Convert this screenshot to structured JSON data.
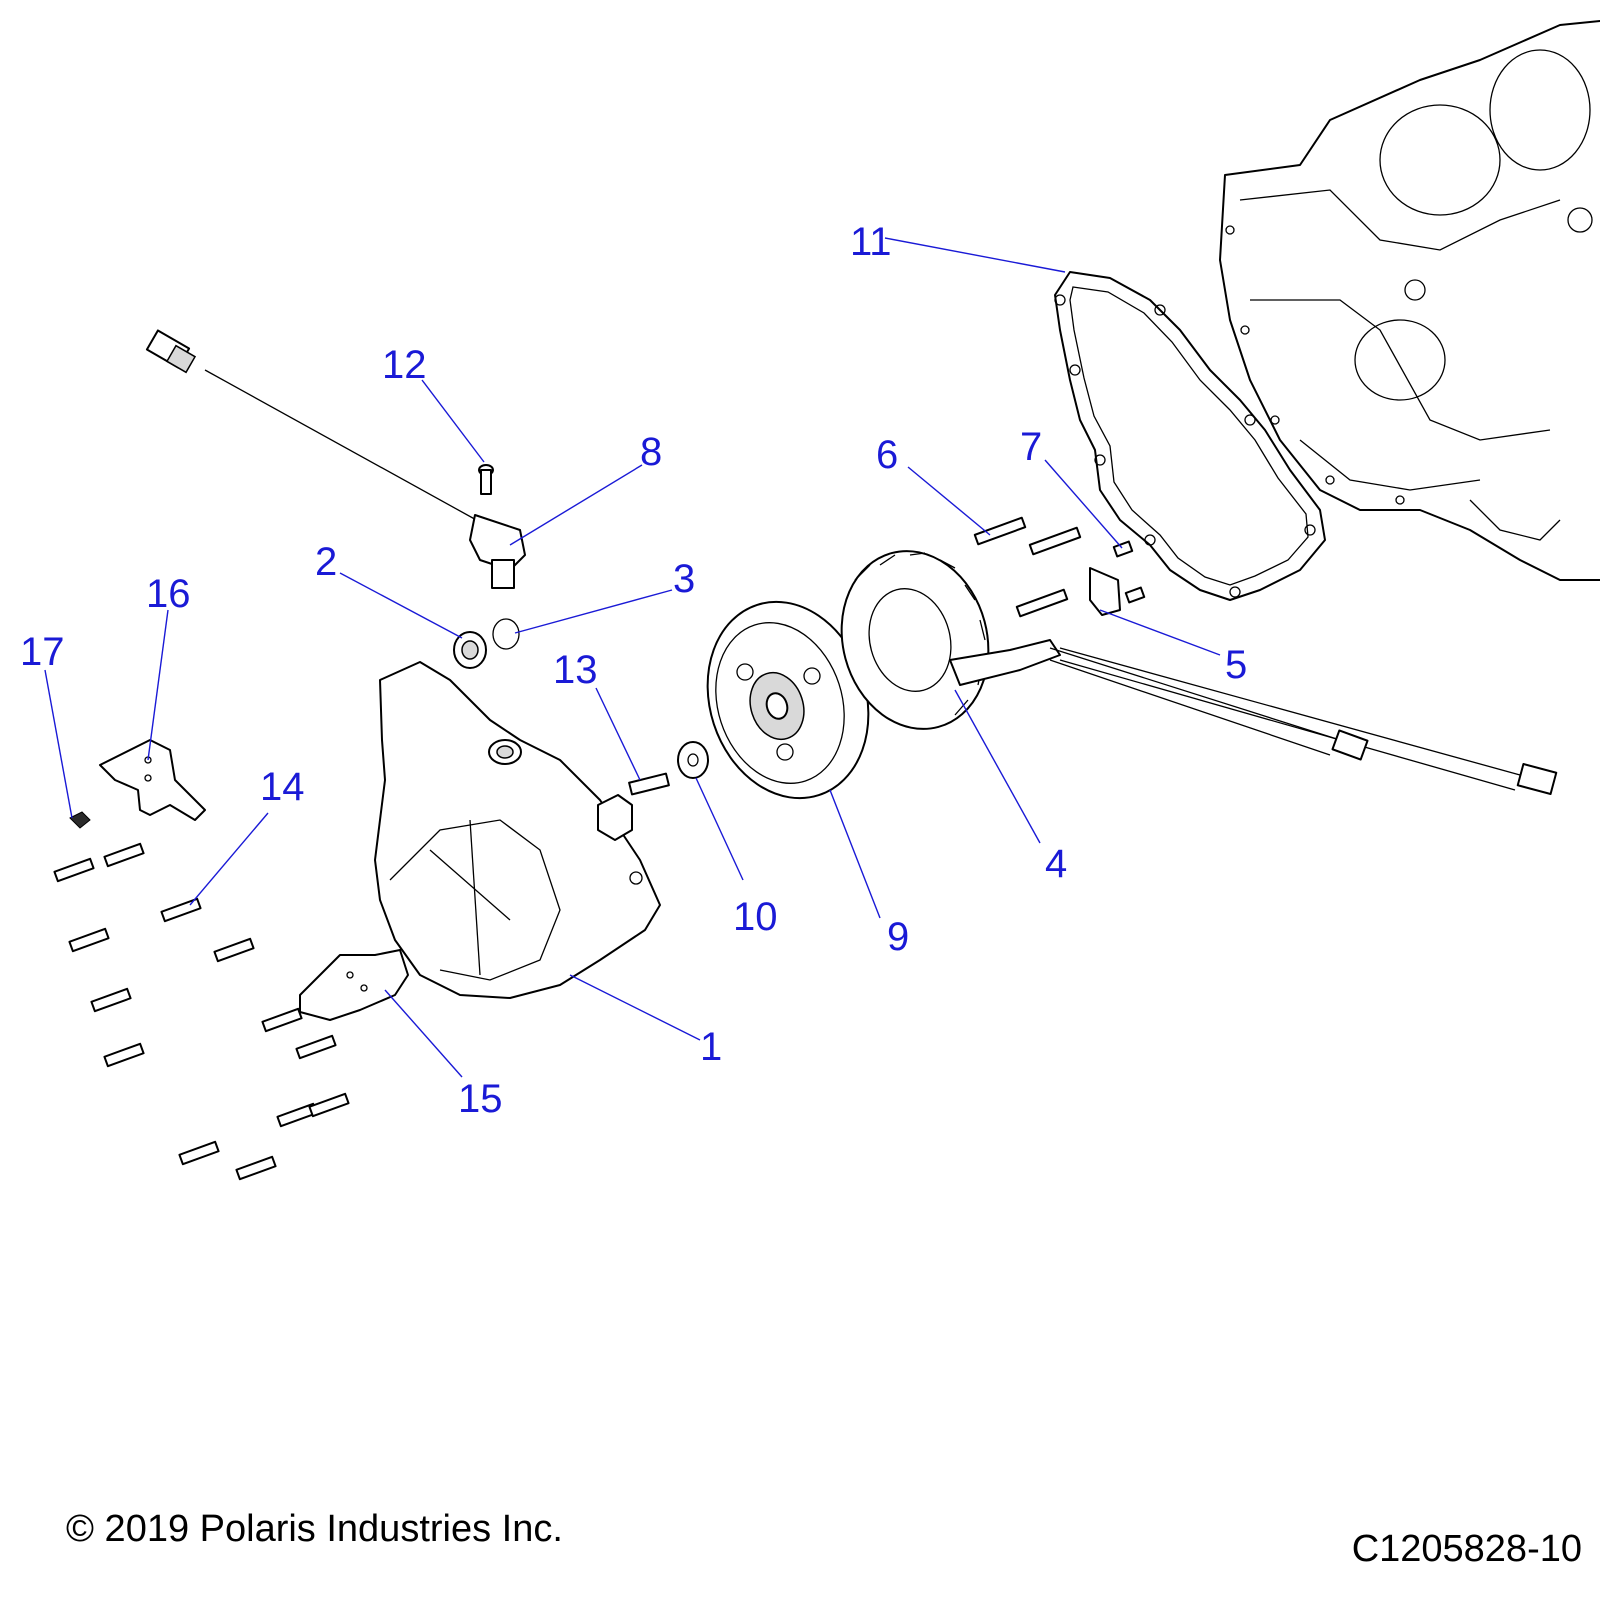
{
  "callouts": [
    "1",
    "2",
    "3",
    "4",
    "5",
    "6",
    "7",
    "8",
    "9",
    "10",
    "11",
    "12",
    "13",
    "14",
    "15",
    "16",
    "17"
  ],
  "footer": {
    "copyright": "© 2019 Polaris Industries Inc.",
    "drawing_number": "C1205828-10"
  },
  "colors": {
    "callout": "#1a1ad6",
    "linework": "#000000",
    "background": "#ffffff"
  }
}
